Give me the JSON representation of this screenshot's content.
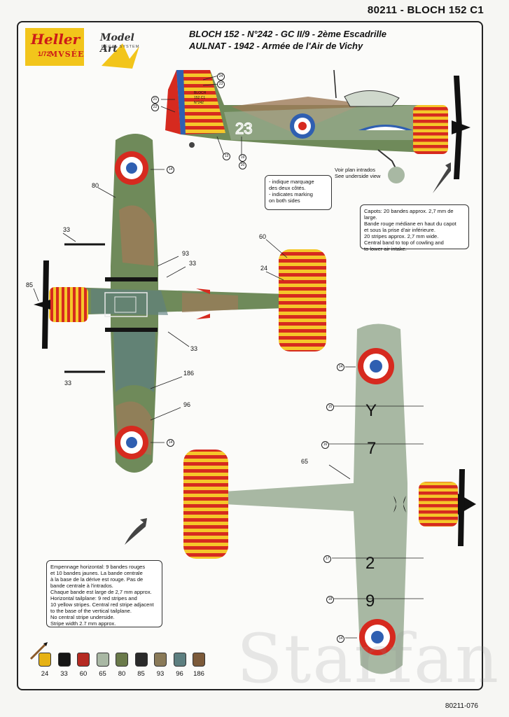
{
  "header": {
    "kit_code": "80211 - BLOCH 152 C1"
  },
  "logos": {
    "heller": {
      "name": "Heller",
      "scale": "1/72",
      "mark": "MVSÉE"
    },
    "model_art": {
      "name": "Model Art",
      "sub": "DECAL SYSTEM"
    }
  },
  "title": {
    "line1": "BLOCH 152 - N°242 - GC II/9 - 2ème Escadrille",
    "line2": "AULNAT - 1942 - Armée de l'Air de Vichy"
  },
  "side_view": {
    "code_letters": "23",
    "fin_text": [
      "BLOCH",
      "152 C1",
      "N°242"
    ],
    "callouts": [
      "24",
      "23",
      "21",
      "22",
      "13",
      "19",
      "20"
    ]
  },
  "notes": {
    "both_sides": [
      "- indique marquage",
      "des deux côtés.",
      "- indicates marking",
      "on both sides"
    ],
    "underside_ref": [
      "Voir plan intrados",
      "See underside view"
    ],
    "cowling": [
      "Capots: 20 bandes approx. 2,7 mm de large.",
      "Bande rouge médiane en haut du capot",
      "et sous la prise d'air inférieure.",
      "20 stripes approx. 2,7 mm wide.",
      "Central band to top of cowling and",
      "to lower air intake."
    ],
    "tailplane": [
      "Empennage horizontal: 9 bandes rouges",
      "et 10 bandes jaunes. La bande centrale",
      "à la base de la dérive est rouge. Pas de",
      "bande centrale à l'intrados.",
      "Chaque bande est large de 2,7   mm approx.",
      "Horizontal tailplane: 9 red stripes and",
      "10 yellow stripes. Central red stripe adjacent",
      "to the base of the vertical tailplane.",
      "No central stripe underside.",
      "Stripe width 2.7 mm approx."
    ]
  },
  "top_view": {
    "labels": [
      "80",
      "33",
      "85",
      "93",
      "33",
      "60",
      "24",
      "33",
      "186",
      "33",
      "96"
    ],
    "callouts": [
      "14",
      "14"
    ]
  },
  "under_view": {
    "letters": [
      "Y",
      "7",
      "2",
      "9"
    ],
    "labels": [
      "65"
    ],
    "callouts": [
      "14",
      "15",
      "16",
      "17",
      "18",
      "14"
    ]
  },
  "paints": [
    {
      "code": "24",
      "color": "#e6b214"
    },
    {
      "code": "33",
      "color": "#151515"
    },
    {
      "code": "60",
      "color": "#b52a22"
    },
    {
      "code": "65",
      "color": "#a9b8a4"
    },
    {
      "code": "80",
      "color": "#6a7a4a"
    },
    {
      "code": "85",
      "color": "#2a2a2a"
    },
    {
      "code": "93",
      "color": "#8a7a58"
    },
    {
      "code": "96",
      "color": "#5d7f80"
    },
    {
      "code": "186",
      "color": "#7c5a3a"
    }
  ],
  "footer": {
    "ref": "80211-076"
  },
  "watermark": "Starfan",
  "colors": {
    "red": "#d62a1f",
    "yellow": "#f5c72a",
    "blue": "#2f5fb1",
    "camo_green": "#6f8a5a",
    "camo_brown": "#9e7a58",
    "underside": "#a8b8a3"
  }
}
